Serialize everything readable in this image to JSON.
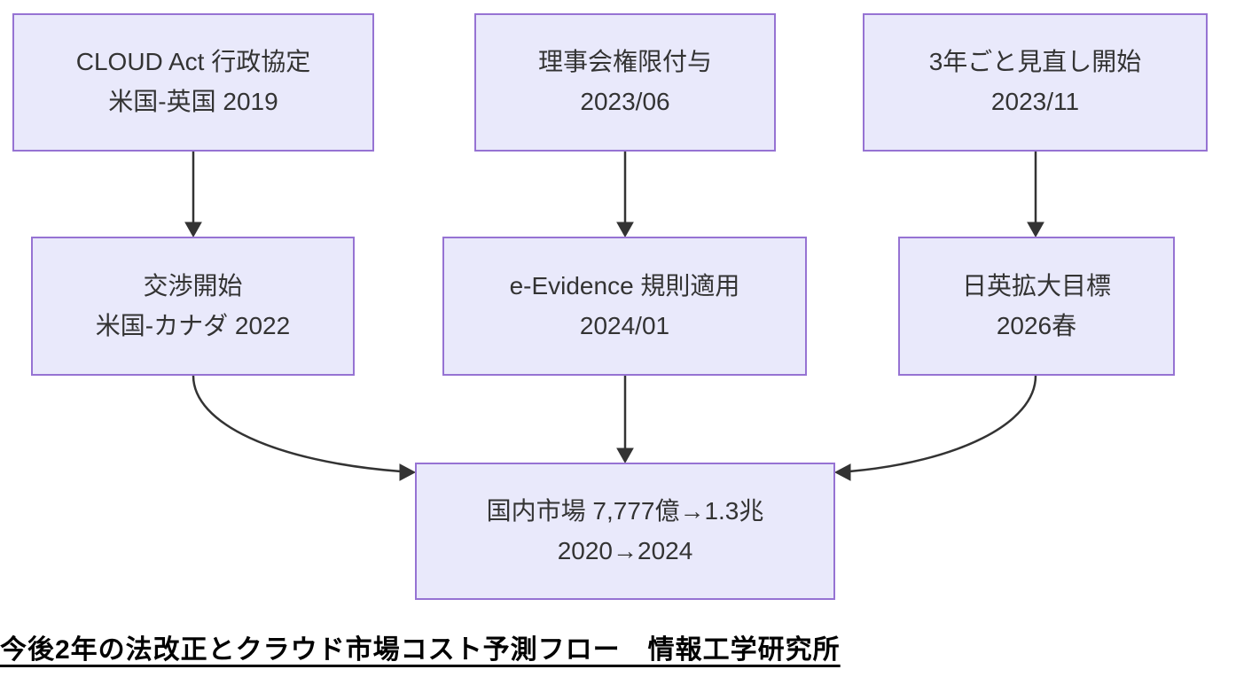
{
  "diagram": {
    "type": "flowchart",
    "title": "今後2年の法改正とクラウド市場コスト予測フロー　情報工学研究所",
    "colors": {
      "background": "#ffffff",
      "node_fill": "#e9e9fb",
      "node_border": "#9673d3",
      "edge": "#333333",
      "text": "#333333",
      "title_text": "#000000"
    },
    "nodes": [
      {
        "id": "cloud-act-agreement",
        "lines": [
          "CLOUD Act 行政協定",
          "米国-英国 2019"
        ]
      },
      {
        "id": "board-authorization",
        "lines": [
          "理事会権限付与",
          "2023/06"
        ]
      },
      {
        "id": "triennial-review-start",
        "lines": [
          "3年ごと見直し開始",
          "2023/11"
        ]
      },
      {
        "id": "negotiation-start",
        "lines": [
          "交渉開始",
          "米国-カナダ 2022"
        ]
      },
      {
        "id": "e-evidence-rules",
        "lines": [
          "e-Evidence 規則適用",
          "2024/01"
        ]
      },
      {
        "id": "japan-uk-expansion",
        "lines": [
          "日英拡大目標",
          "2026春"
        ]
      },
      {
        "id": "domestic-market",
        "lines": [
          "国内市場 7,777億→1.3兆",
          "2020→2024"
        ]
      }
    ],
    "edges": [
      {
        "from": "cloud-act-agreement",
        "to": "negotiation-start"
      },
      {
        "from": "board-authorization",
        "to": "e-evidence-rules"
      },
      {
        "from": "triennial-review-start",
        "to": "japan-uk-expansion"
      },
      {
        "from": "negotiation-start",
        "to": "domestic-market"
      },
      {
        "from": "e-evidence-rules",
        "to": "domestic-market"
      },
      {
        "from": "japan-uk-expansion",
        "to": "domestic-market"
      }
    ]
  }
}
